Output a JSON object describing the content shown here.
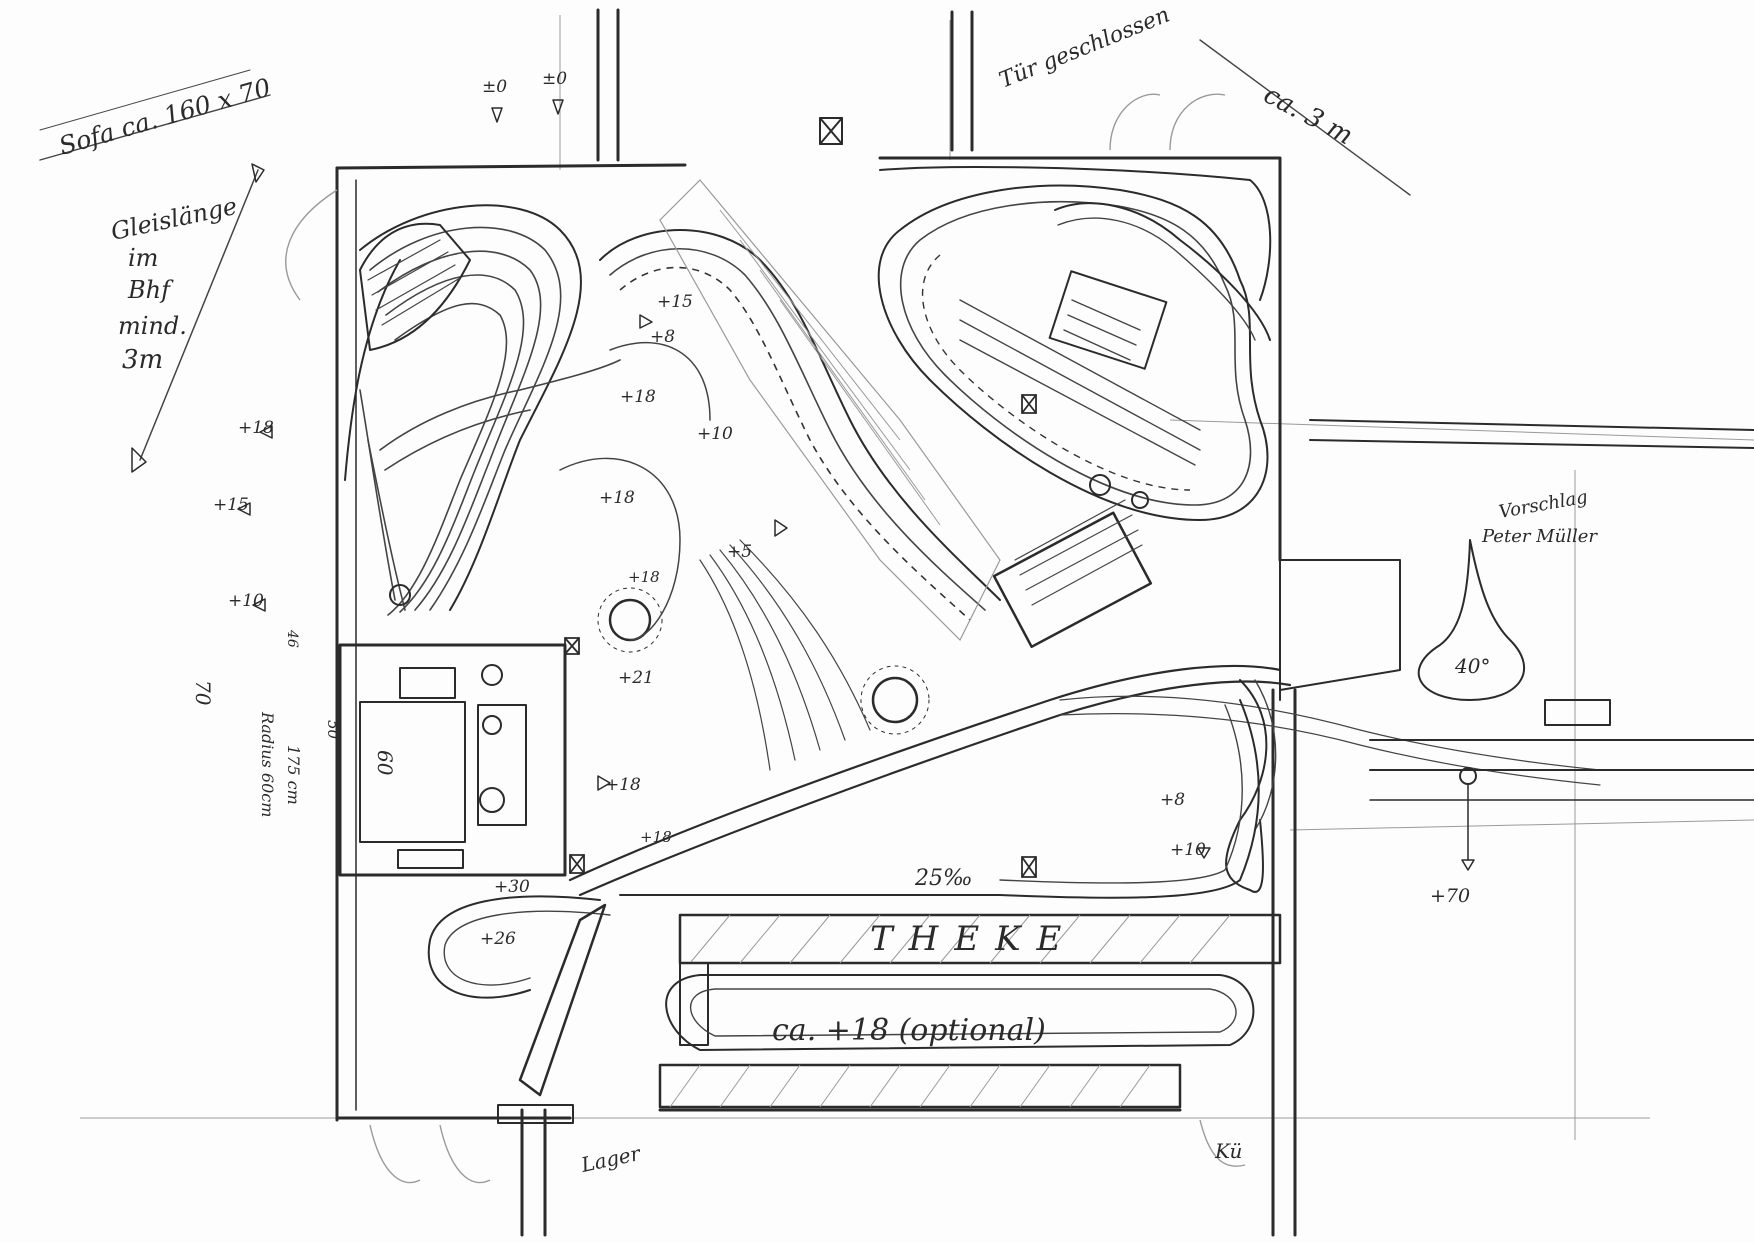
{
  "sketch": {
    "sofa": "Sofa ca. 160 x 70",
    "door": "Tür geschlossen",
    "width": "ca. 3 m",
    "track_length": [
      "Gleislänge",
      "im",
      "Bhf",
      "mind.",
      "3m"
    ],
    "source": [
      "Vorschlag",
      "Peter Müller"
    ],
    "counter": "THEKE",
    "optional": "ca. +18 (optional)",
    "gradient": "25‰",
    "storage": "Lager",
    "kitchen": "Kü",
    "radius": "40°",
    "shelf_width": "60",
    "side_dims": [
      "70",
      "175 cm",
      "Radius 60cm",
      "50",
      "46"
    ],
    "heights": [
      "±0",
      "±0",
      "+15",
      "+8",
      "+18",
      "+10",
      "+18",
      "+18",
      "+15",
      "+5",
      "+10",
      "+21",
      "+18",
      "+8",
      "+10",
      "+18",
      "+30",
      "+26",
      "+70",
      "+18"
    ]
  }
}
